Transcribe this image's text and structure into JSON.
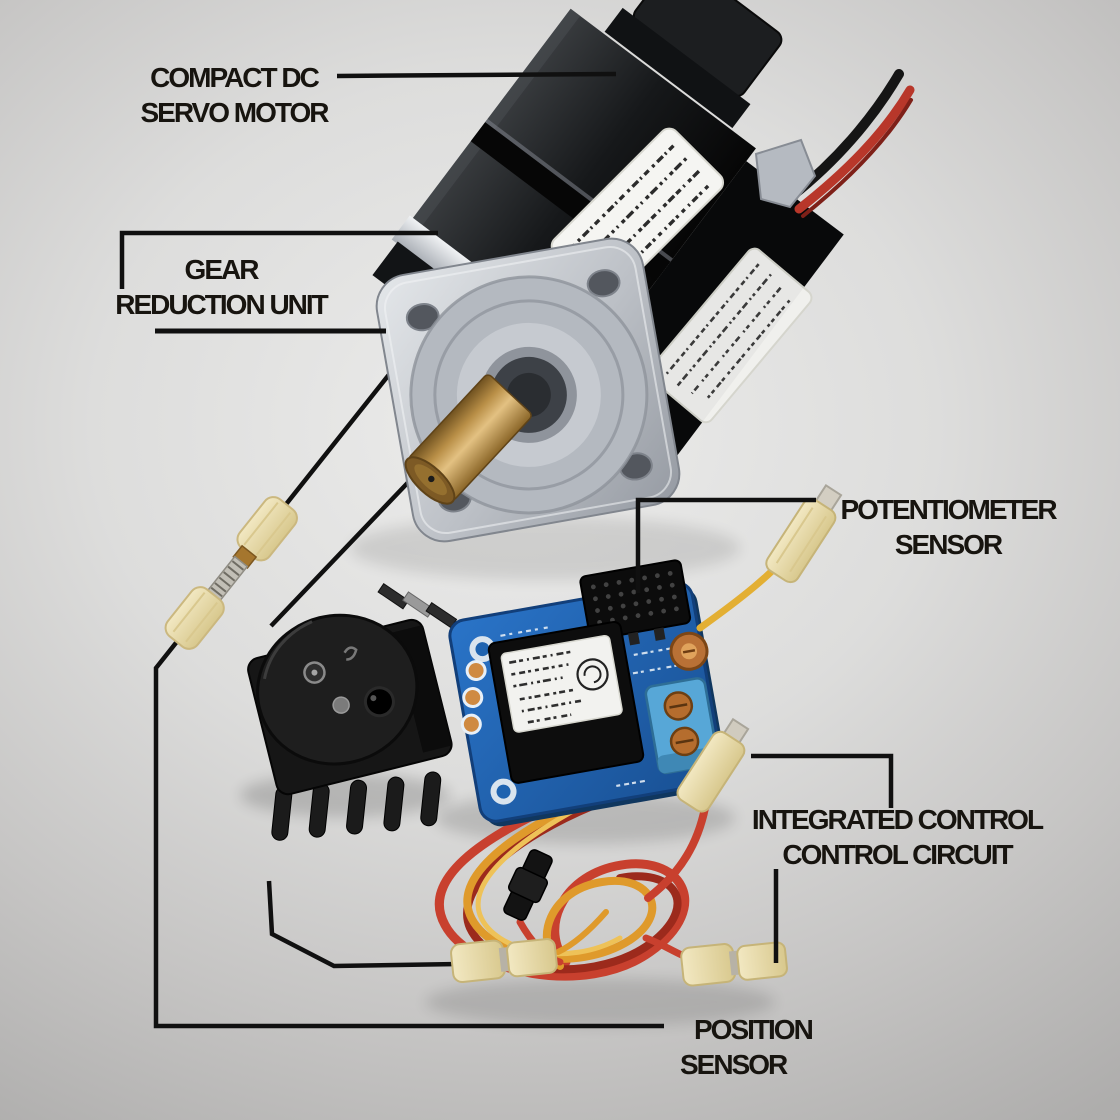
{
  "diagram": {
    "labels": {
      "servo_motor": {
        "line1": "COMPACT DC",
        "line2": "SERVO MOTOR"
      },
      "gear_unit": {
        "line1": "GEAR",
        "line2": "REDUCTION UNIT"
      },
      "potentiometer": {
        "line1": "POTENTIOMETER",
        "line2": "SENSOR"
      },
      "control_circuit": {
        "line1": "INTEGRATED CONTROL",
        "line2": "CONTROL CIRCUIT"
      },
      "position_sensor": {
        "line1": "POSITION",
        "line2": "SENSOR"
      }
    },
    "colors": {
      "background_gray": "#dddddc",
      "label_text": "#17140f",
      "leader_line": "#101010",
      "motor_black": "#141618",
      "metal_silver": "#c3c7cd",
      "shaft_brass": "#b98f47",
      "pcb_blue": "#1e63b0",
      "terminal_blue": "#57a7d7",
      "wire_red": "#c8402e",
      "wire_orange": "#df9a2b",
      "wire_yellow": "#e3af33",
      "connector_beige": "#ead9a0",
      "copper": "#b97136"
    }
  }
}
